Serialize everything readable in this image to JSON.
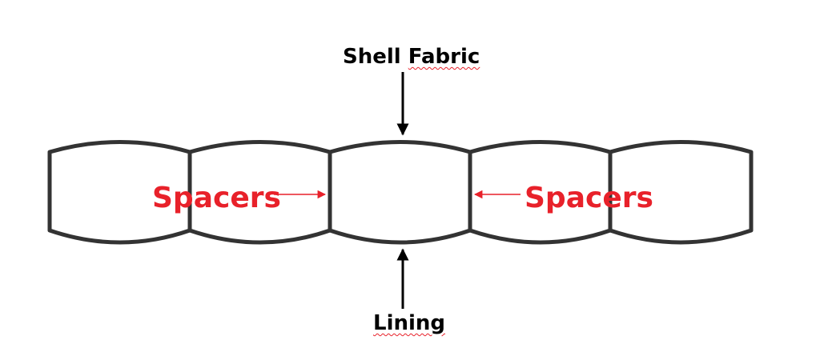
{
  "labels": {
    "shell_fabric_word1": "Shell",
    "shell_fabric_word2": "Fabric",
    "lining": "Lining",
    "spacers_left": "Spacers",
    "spacers_right": "Spacers"
  },
  "colors": {
    "outline": "#333333",
    "spacer_text": "#e8212a",
    "spacer_arrow": "#e8212a",
    "label_text": "#000000",
    "spellcheck_squiggle": "#e8212a"
  },
  "baffle_count": 5
}
